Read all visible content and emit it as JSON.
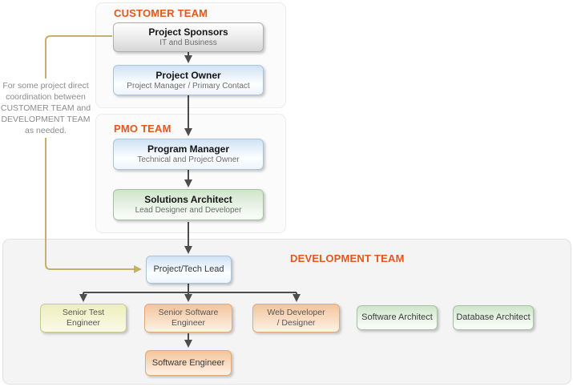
{
  "colors": {
    "section_header_orange": "#E4571D",
    "connector_gray": "#4D4D4D",
    "coordination_line_tan": "#C4B269",
    "box_title_text": "#151515",
    "box_subtitle_text": "#6B6B6B",
    "side_note_text": "#8C8C8C"
  },
  "sections": {
    "customer": {
      "title": "CUSTOMER TEAM"
    },
    "pmo": {
      "title": "PMO TEAM"
    },
    "development": {
      "title": "DEVELOPMENT TEAM"
    }
  },
  "nodes": {
    "project_sponsors": {
      "title": "Project Sponsors",
      "subtitle": "IT and Business"
    },
    "project_owner": {
      "title": "Project Owner",
      "subtitle": "Project Manager / Primary Contact"
    },
    "program_manager": {
      "title": "Program Manager",
      "subtitle": "Technical and Project Owner"
    },
    "solutions_architect": {
      "title": "Solutions Architect",
      "subtitle": "Lead Designer and Developer"
    },
    "project_tech_lead": {
      "title": "Project/Tech Lead"
    },
    "senior_test_engineer": {
      "lines": [
        "Senior Test",
        "Engineer"
      ]
    },
    "senior_software_engineer": {
      "lines": [
        "Senior Software",
        "Engineer"
      ]
    },
    "web_developer_designer": {
      "lines": [
        "Web Developer",
        "/ Designer"
      ]
    },
    "software_architect": {
      "title": "Software Architect"
    },
    "database_architect": {
      "title": "Database Architect"
    },
    "software_engineer": {
      "title": "Software Engineer"
    }
  },
  "side_note": {
    "lines": [
      "For some project direct",
      "coordination between",
      "CUSTOMER TEAM and",
      "DEVELOPMENT TEAM",
      "as needed."
    ]
  }
}
